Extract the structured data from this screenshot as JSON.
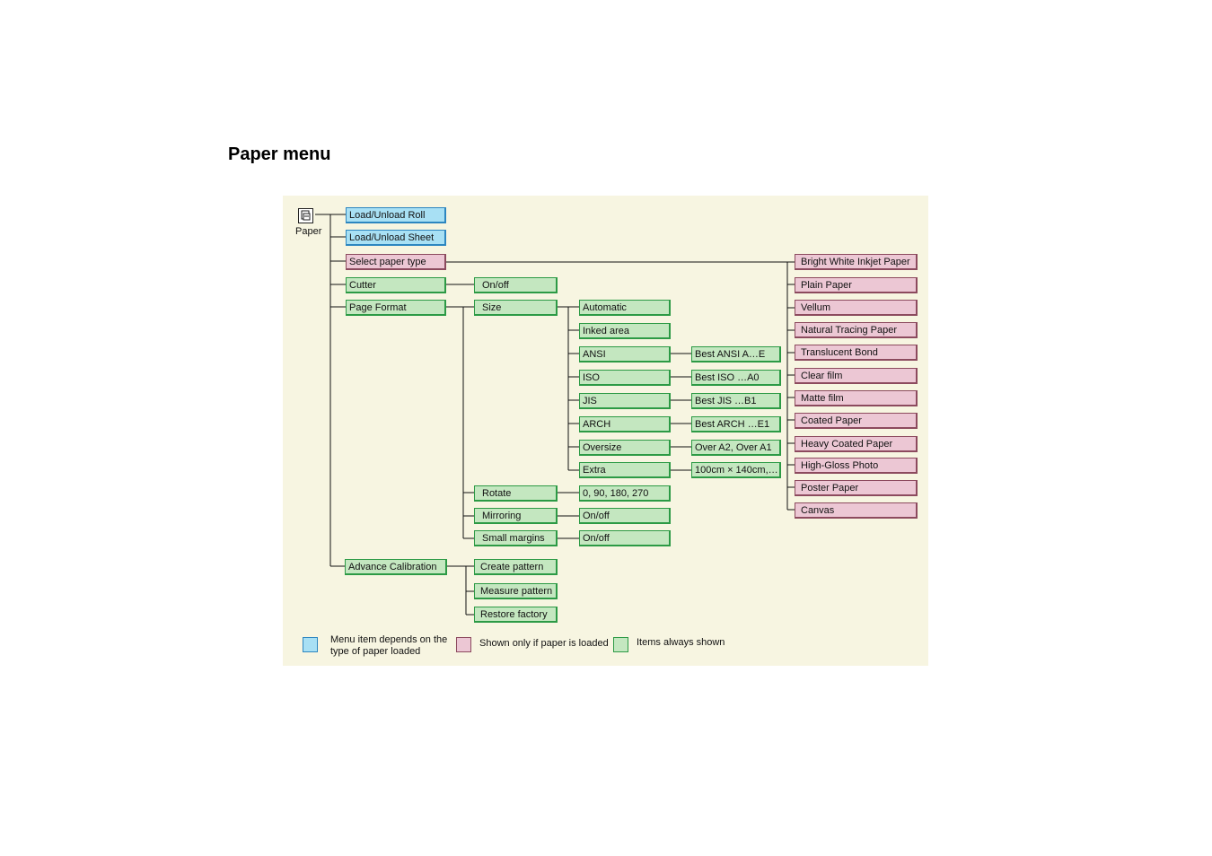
{
  "title": "Paper menu",
  "root": {
    "label": "Paper",
    "icon": "paper-menu-icon"
  },
  "legend": [
    {
      "color": "blue",
      "text": "Menu item depends on the type of paper loaded"
    },
    {
      "color": "pink",
      "text": "Shown only if paper is loaded"
    },
    {
      "color": "green",
      "text": "Items always shown"
    }
  ],
  "colors": {
    "panel_bg": "#f7f5e1",
    "blue_fill": "#a8e0f4",
    "blue_border": "#2d86c0",
    "pink_fill": "#ecc7d4",
    "pink_border": "#8c4a5e",
    "green_fill": "#c4e7c0",
    "green_border": "#2c9a45"
  },
  "menu": {
    "load_unload_roll": "Load/Unload Roll",
    "load_unload_sheet": "Load/Unload Sheet",
    "select_paper_type": "Select paper type",
    "cutter": "Cutter",
    "cutter_on_off": "On/off",
    "page_format": "Page Format",
    "size": "Size",
    "size_options": {
      "automatic": "Automatic",
      "inked_area": "Inked area",
      "ansi": "ANSI",
      "ansi_value": "Best ANSI A…E",
      "iso": "ISO",
      "iso_value": "Best ISO …A0",
      "jis": "JIS",
      "jis_value": "Best JIS …B1",
      "arch": "ARCH",
      "arch_value": "Best ARCH …E1",
      "oversize": "Oversize",
      "oversize_value": "Over A2, Over A1",
      "extra": "Extra",
      "extra_value": "100cm × 140cm, …"
    },
    "rotate": "Rotate",
    "rotate_value": "0, 90, 180, 270",
    "mirroring": "Mirroring",
    "mirroring_value": "On/off",
    "small_margins": "Small margins",
    "small_margins_value": "On/off",
    "advance_calibration": "Advance Calibration",
    "create_pattern": "Create pattern",
    "measure_pattern": "Measure pattern",
    "restore_factory": "Restore factory"
  },
  "paper_types": [
    "Bright White Inkjet Paper",
    "Plain Paper",
    "Vellum",
    "Natural Tracing Paper",
    "Translucent Bond",
    "Clear film",
    "Matte film",
    "Coated Paper",
    "Heavy Coated Paper",
    "High-Gloss Photo",
    "Poster Paper",
    "Canvas"
  ]
}
